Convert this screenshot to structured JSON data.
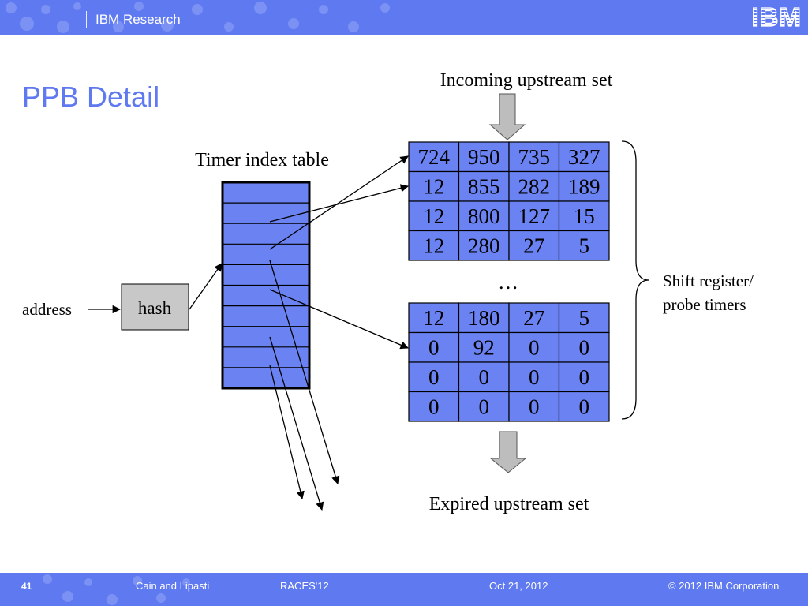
{
  "header": {
    "brand": "IBM Research",
    "logo_text": "IBM"
  },
  "slide": {
    "title": "PPB Detail"
  },
  "diagram": {
    "labels": {
      "incoming": "Incoming upstream set",
      "expired": "Expired upstream set",
      "timer_index_table": "Timer index table",
      "address": "address",
      "hash": "hash",
      "ellipsis": "…",
      "shift_register_line1": "Shift register/",
      "shift_register_line2": "probe timers"
    },
    "top_grid": [
      [
        "724",
        "950",
        "735",
        "327"
      ],
      [
        "12",
        "855",
        "282",
        "189"
      ],
      [
        "12",
        "800",
        "127",
        "15"
      ],
      [
        "12",
        "280",
        "27",
        "5"
      ]
    ],
    "bottom_grid": [
      [
        "12",
        "180",
        "27",
        "5"
      ],
      [
        "0",
        "92",
        "0",
        "0"
      ],
      [
        "0",
        "0",
        "0",
        "0"
      ],
      [
        "0",
        "0",
        "0",
        "0"
      ]
    ],
    "timer_table_rows": 10
  },
  "footer": {
    "page": "41",
    "authors": "Cain and Lipasti",
    "conference": "RACES'12",
    "date": "Oct 21, 2012",
    "copyright": "© 2012 IBM Corporation"
  },
  "colors": {
    "accent": "#5f79f0",
    "cell_fill": "#6b83f2",
    "hash_fill": "#c8c8c8",
    "arrow_fill": "#bdbdbd"
  }
}
